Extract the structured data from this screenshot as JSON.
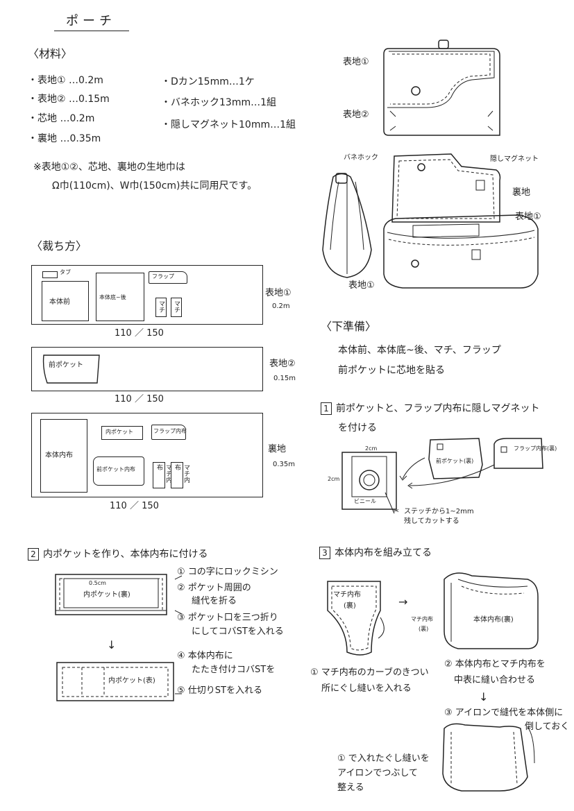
{
  "title": "ポーチ",
  "materials": {
    "heading": "〈材料〉",
    "left": [
      "・表地① …0.2m",
      "・表地② …0.15m",
      "・芯地 …0.2m",
      "・裏地 …0.35m"
    ],
    "right": [
      "・Dカン15mm…1ケ",
      "・バネホック13mm…1組",
      "・隠しマグネット10mm…1組"
    ],
    "note1": "※表地①②、芯地、裏地の生地巾は",
    "note2": "Ω巾(110cm)、W巾(150cm)共に同用尺です。"
  },
  "top_illustration": {
    "label1": "表地①",
    "label2": "表地②"
  },
  "open_illustration": {
    "snap": "バネホック",
    "magnet": "隠しマグネット",
    "lining": "裏地",
    "outer": "表地①",
    "side_outer": "表地①"
  },
  "cutting": {
    "heading": "〈裁ち方〉",
    "board1": {
      "pieces": [
        "タブ",
        "本体前",
        "本体底~後",
        "フラップ",
        "マチ",
        "マチ"
      ],
      "side": "表地①",
      "size": "0.2m",
      "width": "110 ／ 150"
    },
    "board2": {
      "pieces": [
        "前ポケット"
      ],
      "side": "表地②",
      "size": "0.15m",
      "width": "110 ／ 150"
    },
    "board3": {
      "pieces": [
        "本体内布",
        "内ポケット",
        "フラップ内布",
        "前ポケット内布",
        "マチ内布",
        "マチ内布"
      ],
      "side": "裏地",
      "size": "0.35m",
      "width": "110 ／ 150"
    }
  },
  "prep": {
    "heading": "〈下準備〉",
    "line1": "本体前、本体底~後、マチ、フラップ",
    "line2": "前ポケットに芯地を貼る"
  },
  "step1": {
    "num": "1",
    "line1": "前ポケットと、フラップ内布に隠しマグネット",
    "line2": "を付ける",
    "dim_top": "2cm",
    "dim_left": "2cm",
    "vinyl": "ビニール",
    "pocket_label": "前ポケット(裏)",
    "flap_label": "フラップ内布(裏)",
    "cut_note1": "ステッチから1~2mm",
    "cut_note2": "残してカットする"
  },
  "step2": {
    "num": "2",
    "heading": "内ポケットを作り、本体内布に付ける",
    "dim": "0.5cm",
    "pocket_back": "内ポケット(裏)",
    "pocket_front": "内ポケット(表)",
    "notes": [
      "① コの字にロックミシン",
      "② ポケット周囲の",
      "縫代を折る",
      "③ ポケット口を三つ折り",
      "にしてコバSTを入れる",
      "④ 本体内布に",
      "たたき付けコバSTを",
      "⑤ 仕切りSTを入れる"
    ],
    "arrow": "↓"
  },
  "step3": {
    "num": "3",
    "heading": "本体内布を組み立てる",
    "gusset": "マチ内布",
    "gusset_back": "(裏)",
    "gusset2": "マチ内布",
    "gusset2_back": "(裏)",
    "body": "本体内布(裏)",
    "note1a": "① マチ内布のカーブのきつい",
    "note1b": "所にぐし縫いを入れる",
    "note2a": "② 本体内布とマチ内布を",
    "note2b": "中表に縫い合わせる",
    "note3a": "③ アイロンで縫代を本体側に",
    "note3b": "倒しておく",
    "note4a": "① で入れたぐし縫いを",
    "note4b": "アイロンでつぶして",
    "note4c": "整える",
    "arrow": "→",
    "arrow2": "↓"
  }
}
